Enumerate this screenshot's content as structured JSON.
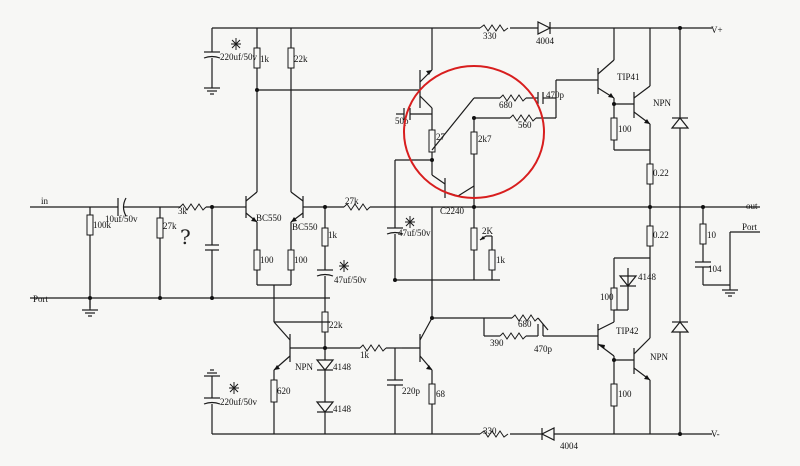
{
  "rails": {
    "vplus": "V+",
    "vminus": "V-"
  },
  "io": {
    "in": "in",
    "out": "out",
    "port_left": "Port",
    "port_right": "Port"
  },
  "resistors": {
    "r330_top": "330",
    "r330_bottom": "330",
    "r1k_top": "1k",
    "r22k_top": "22k",
    "r100k": "100k",
    "r3k": "3k",
    "r27k_input": "27k",
    "r27k_feedback": "27k",
    "r1k_mid": "1k",
    "r100_a": "100",
    "r100_b": "100",
    "r680_top": "680",
    "r560": "560",
    "r27": "27",
    "r2k7": "2k7",
    "r2k_pot": "2K",
    "r1k_pot": "1k",
    "r100_tip41": "100",
    "r022_a": "0.22",
    "r022_b": "0.22",
    "r10": "10",
    "r22k_lower": "22k",
    "r1k_lower": "1k",
    "r620": "620",
    "r68": "68",
    "r680_bottom": "680",
    "r390": "390",
    "r100_tip42": "100",
    "r100_npn": "100"
  },
  "capacitors": {
    "c220_top": "220uf/50v",
    "c10u": "10uf/50v",
    "c470p_top": "470p",
    "c50p": "50p",
    "c47u_a": "47uf/50v",
    "c47u_b": "47uf/50v",
    "c104": "104",
    "c220p": "220p",
    "c470p_bottom": "470p",
    "c220_bottom": "220uf/50v"
  },
  "semis": {
    "d4004_top": "4004",
    "d4004_bottom": "4004",
    "bc550_a": "BC550",
    "bc550_b": "BC550",
    "c2240": "C2240",
    "tip41": "TIP41",
    "tip42": "TIP42",
    "npn_top": "NPN",
    "npn_bottom": "NPN",
    "npn_left": "NPN",
    "d4148_a": "4148",
    "d4148_b": "4148",
    "d4148_c": "4148"
  },
  "annotation": {
    "question": "?",
    "circle_color": "#d81e1e"
  }
}
